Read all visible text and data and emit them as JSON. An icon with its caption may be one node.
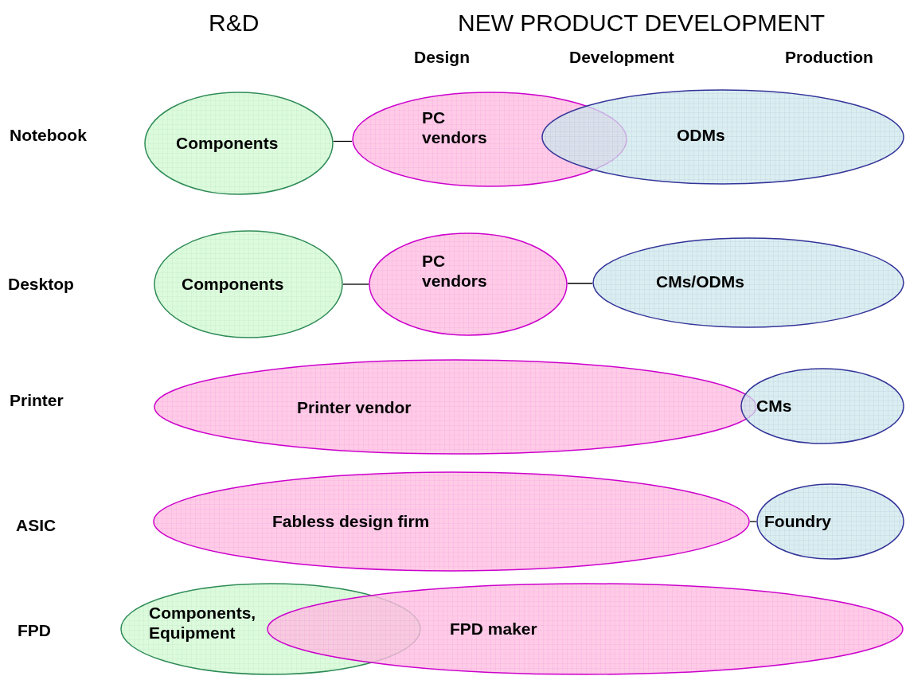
{
  "diagram": {
    "nodes": [
      {
        "text": [
          "Components"
        ]
      },
      {
        "text": [
          "PC vendors"
        ]
      },
      {
        "text": [
          "ODMs"
        ]
      },
      {
        "text": [
          "Components"
        ]
      },
      {
        "text": [
          "PC vendors"
        ]
      },
      {
        "text": [
          "CMs/ODMs"
        ]
      },
      {
        "text": [
          "Printer vendor"
        ]
      },
      {
        "text": [
          "CMs"
        ]
      },
      {
        "text": [
          "Fabless design firm"
        ]
      },
      {
        "text": [
          "Foundry"
        ]
      },
      {
        "text": [
          "Components, Equipment"
        ]
      },
      {
        "text": [
          "FPD maker"
        ]
      }
    ],
    "edges": [
      {
        "from": 0,
        "to": 1,
        "arrow": "none"
      },
      {
        "from": 3,
        "to": 4,
        "arrow": "none"
      },
      {
        "from": 4,
        "to": 5,
        "arrow": "none"
      },
      {
        "from": 8,
        "to": 9,
        "arrow": "none"
      }
    ],
    "labels": [
      "R&D",
      "NEW PRODUCT DEVELOPMENT",
      "Design",
      "Development",
      "Production",
      "Notebook",
      "Desktop",
      "Printer",
      "ASIC",
      "FPD"
    ]
  }
}
